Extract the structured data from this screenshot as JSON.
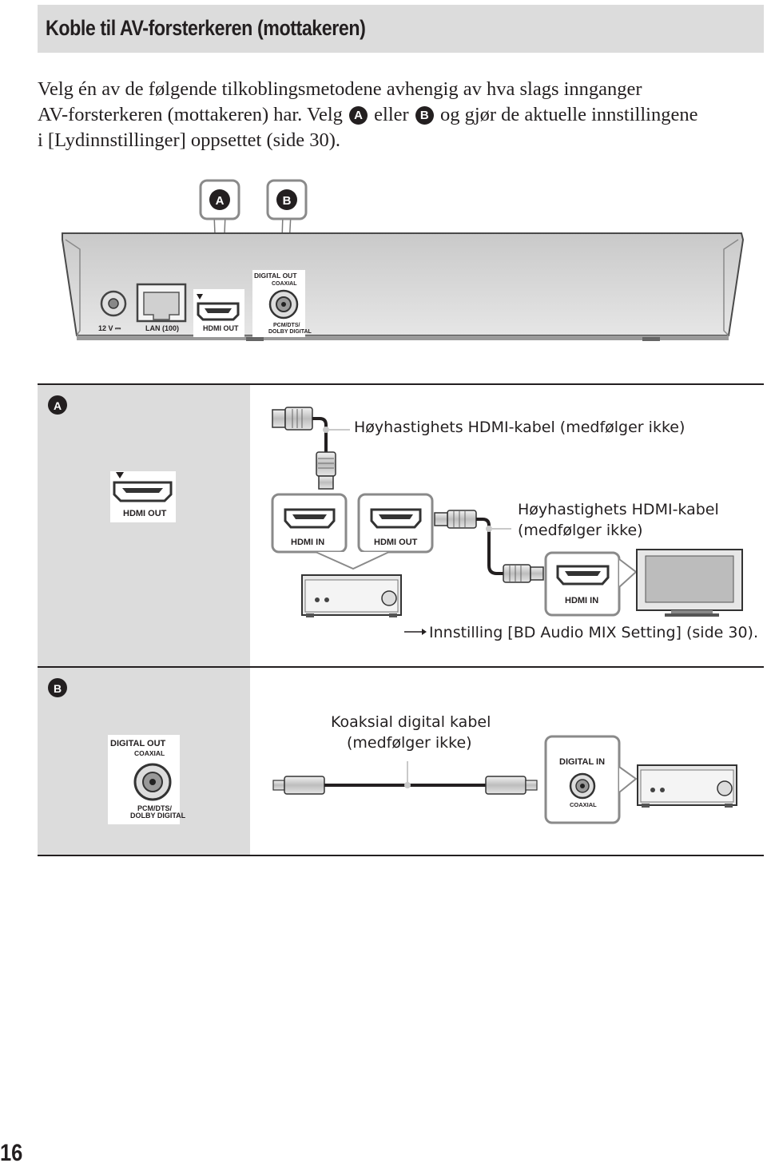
{
  "header": {
    "title": "Koble til AV-forsterkeren (mottakeren)"
  },
  "intro": {
    "line1": "Velg én av de følgende tilkoblingsmetodene avhengig av hva slags innganger",
    "line2_a": "AV-forsterkeren (mottakeren) har. Velg",
    "line2_b": "eller",
    "line2_c": "og gjør de aktuelle innstillingene",
    "line3": "i [Lydinnstillinger] oppsettet (side 30).",
    "marker_a": "A",
    "marker_b": "B"
  },
  "player_panel": {
    "marker_a": "A",
    "marker_b": "B",
    "label_12v": "12 V ⎓",
    "label_lan": "LAN (100)",
    "label_hdmi_out": "HDMI OUT",
    "label_digital_out": "DIGITAL OUT",
    "label_coaxial": "COAXIAL",
    "label_pcm": "PCM/DTS/",
    "label_dolby": "DOLBY DIGITAL"
  },
  "section_a": {
    "marker": "A",
    "player_port_label": "HDMI OUT",
    "cable1_caption": "Høyhastighets HDMI-kabel (medfølger ikke)",
    "receiver_in_label": "HDMI IN",
    "receiver_out_label": "HDMI OUT",
    "cable2_caption_line1": "Høyhastighets HDMI-kabel",
    "cable2_caption_line2": "(medfølger ikke)",
    "tv_in_label": "HDMI IN",
    "setting_arrow": "→",
    "setting_note": "Innstilling [BD Audio MIX Setting] (side 30)."
  },
  "section_b": {
    "marker": "B",
    "player_port_label1": "DIGITAL OUT",
    "player_port_label2": "COAXIAL",
    "player_port_label3": "PCM/DTS/",
    "player_port_label4": "DOLBY DIGITAL",
    "cable_caption_line1": "Koaksial digital kabel",
    "cable_caption_line2": "(medfølger ikke)",
    "receiver_in_label1": "DIGITAL IN",
    "receiver_in_label2": "COAXIAL"
  },
  "footer": {
    "page_number": "16"
  }
}
